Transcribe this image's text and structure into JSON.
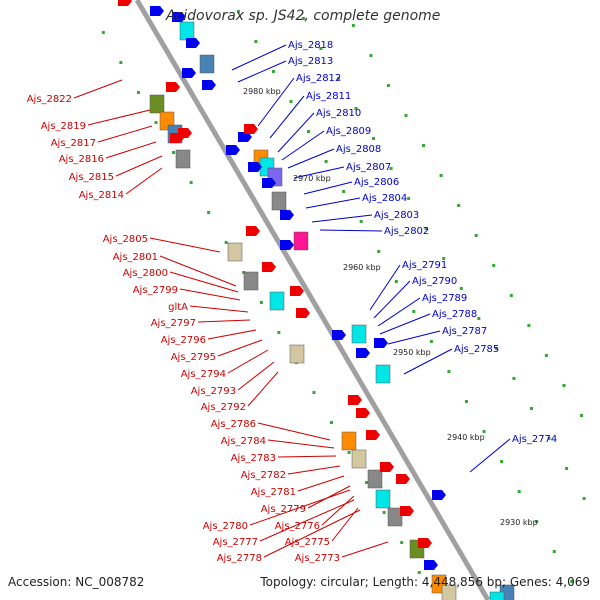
{
  "title": "Acidovorax sp. JS42, complete genome",
  "footer": {
    "accession": "Accession: NC_008782",
    "topology": "Topology: circular; Length: 4,448,856 bp; Genes: 4,069"
  },
  "colors": {
    "backbone": "#999999",
    "forward_strand": "#0000ee",
    "reverse_strand": "#ee0000",
    "tick": "#33aa33"
  },
  "scale_labels": [
    "2980 kbp",
    "2970 kbp",
    "2960 kbp",
    "2950 kbp",
    "2940 kbp",
    "2930 kbp"
  ],
  "right_labels": [
    "Ajs_2818",
    "Ajs_2813",
    "Ajs_2812",
    "Ajs_2811",
    "Ajs_2810",
    "Ajs_2809",
    "Ajs_2808",
    "Ajs_2807",
    "Ajs_2806",
    "Ajs_2804",
    "Ajs_2803",
    "Ajs_2802",
    "Ajs_2791",
    "Ajs_2790",
    "Ajs_2789",
    "Ajs_2788",
    "Ajs_2787",
    "Ajs_2785",
    "Ajs_2774"
  ],
  "left_labels": [
    "Ajs_2822",
    "Ajs_2819",
    "Ajs_2817",
    "Ajs_2816",
    "Ajs_2815",
    "Ajs_2814",
    "Ajs_2805",
    "Ajs_2801",
    "Ajs_2800",
    "Ajs_2799",
    "gltA",
    "Ajs_2797",
    "Ajs_2796",
    "Ajs_2795",
    "Ajs_2794",
    "Ajs_2793",
    "Ajs_2792",
    "Ajs_2786",
    "Ajs_2784",
    "Ajs_2783",
    "Ajs_2782",
    "Ajs_2781",
    "Ajs_2779",
    "Ajs_2780",
    "Ajs_2776",
    "Ajs_2777",
    "Ajs_2775",
    "Ajs_2778",
    "Ajs_2773"
  ]
}
